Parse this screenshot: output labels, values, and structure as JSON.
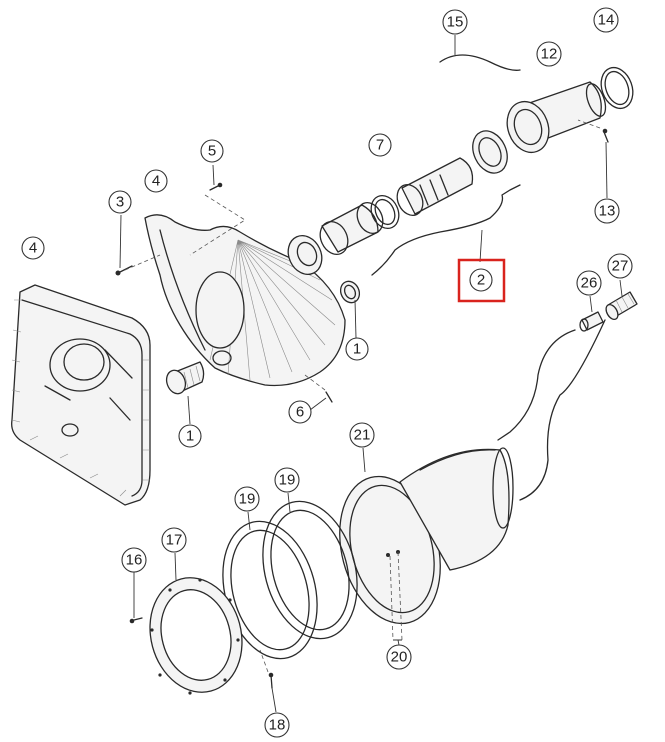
{
  "callouts": {
    "c1a": "1",
    "c1b": "1",
    "c2": "2",
    "c3": "3",
    "c4a": "4",
    "c4b": "4",
    "c5": "5",
    "c6": "6",
    "c7": "7",
    "c12": "12",
    "c13": "13",
    "c14": "14",
    "c15": "15",
    "c16": "16",
    "c17": "17",
    "c18": "18",
    "c19a": "19",
    "c19b": "19",
    "c20": "20",
    "c21": "21",
    "c26": "26",
    "c27": "27"
  },
  "highlight": {
    "part": "2",
    "color": "#d9231d"
  }
}
